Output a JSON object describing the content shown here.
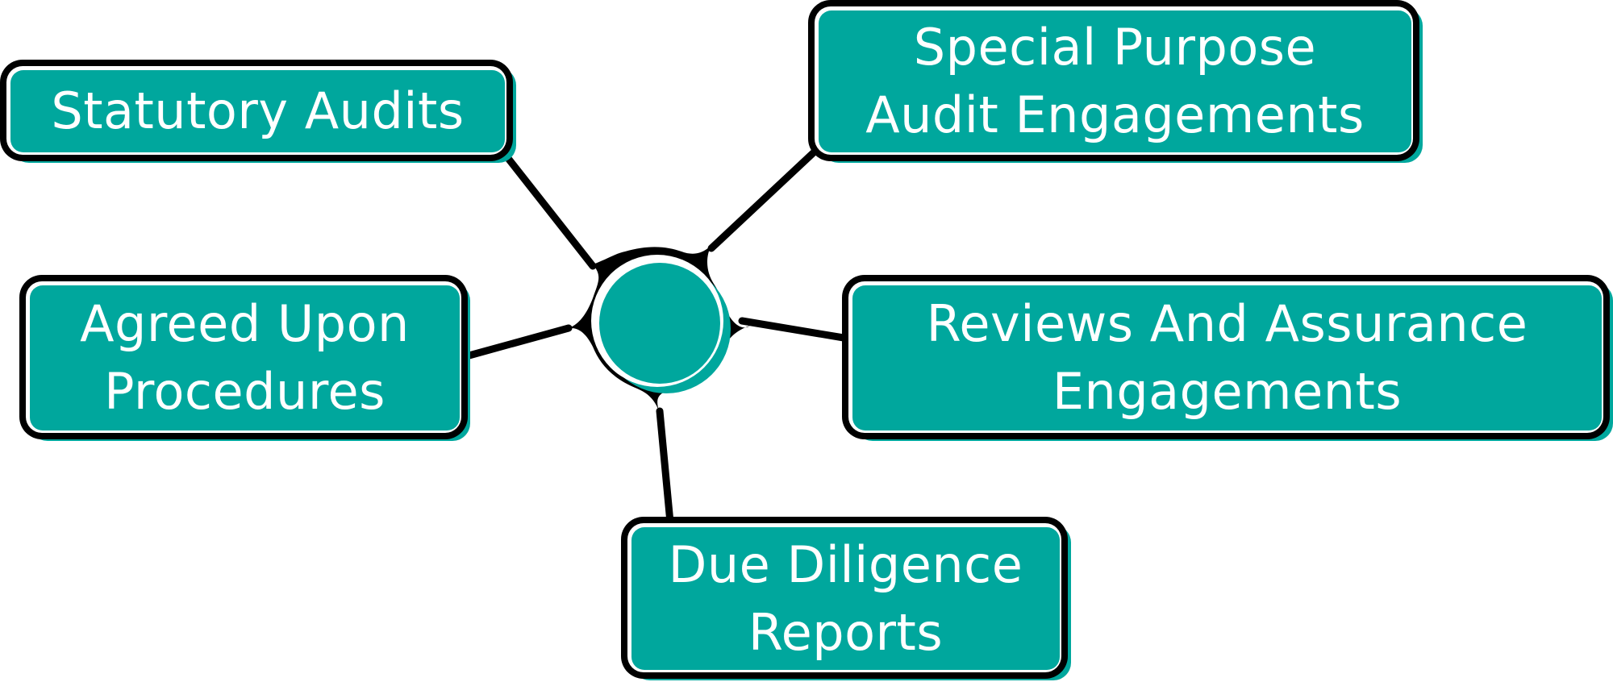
{
  "colors": {
    "fill": "#00a79d",
    "outline": "#000000",
    "text": "#ffffff"
  },
  "center": {
    "label": ""
  },
  "nodes": [
    {
      "id": "statutory-audits",
      "lines": [
        "Statutory Audits"
      ]
    },
    {
      "id": "special-purpose-audit-engagements",
      "lines": [
        "Special Purpose",
        "Audit Engagements"
      ]
    },
    {
      "id": "agreed-upon-procedures",
      "lines": [
        "Agreed Upon",
        "Procedures"
      ]
    },
    {
      "id": "reviews-and-assurance-engagements",
      "lines": [
        "Reviews And Assurance",
        "Engagements"
      ]
    },
    {
      "id": "due-diligence-reports",
      "lines": [
        "Due Diligence",
        "Reports"
      ]
    }
  ]
}
